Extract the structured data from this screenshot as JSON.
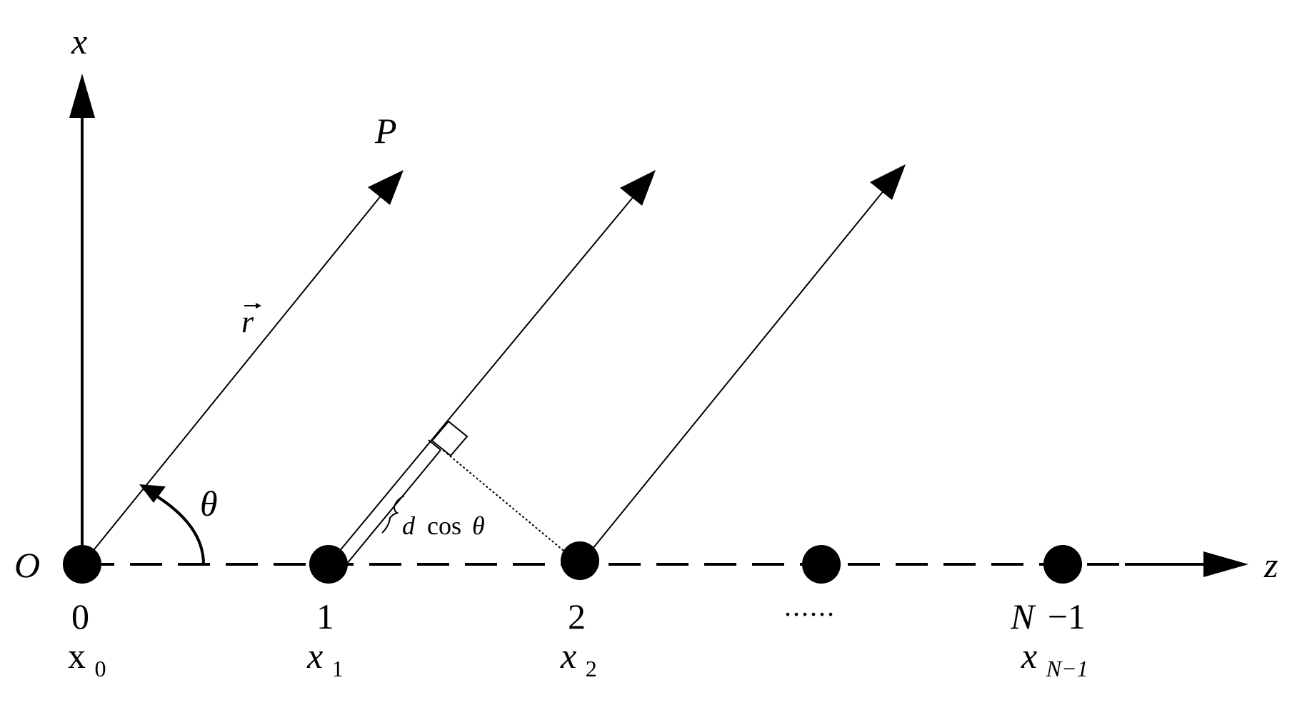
{
  "axes": {
    "x_label": "x",
    "z_label": "z",
    "origin_label": "O"
  },
  "labels": {
    "point": "P",
    "vector": "r",
    "angle": "θ",
    "path_difference": {
      "d": "d",
      "cos": "cos",
      "theta": "θ"
    },
    "ellipsis": "......"
  },
  "elements": [
    {
      "index": "0",
      "var": "x",
      "sub": "0",
      "var_mode": "up"
    },
    {
      "index": "1",
      "var": "x",
      "sub": "1"
    },
    {
      "index": "2",
      "var": "x",
      "sub": "2"
    },
    {
      "index_var": "N",
      "index_rest": "−1",
      "var": "x",
      "sub": "N−1"
    }
  ],
  "colors": {
    "stroke": "#000000",
    "background": "#ffffff"
  }
}
